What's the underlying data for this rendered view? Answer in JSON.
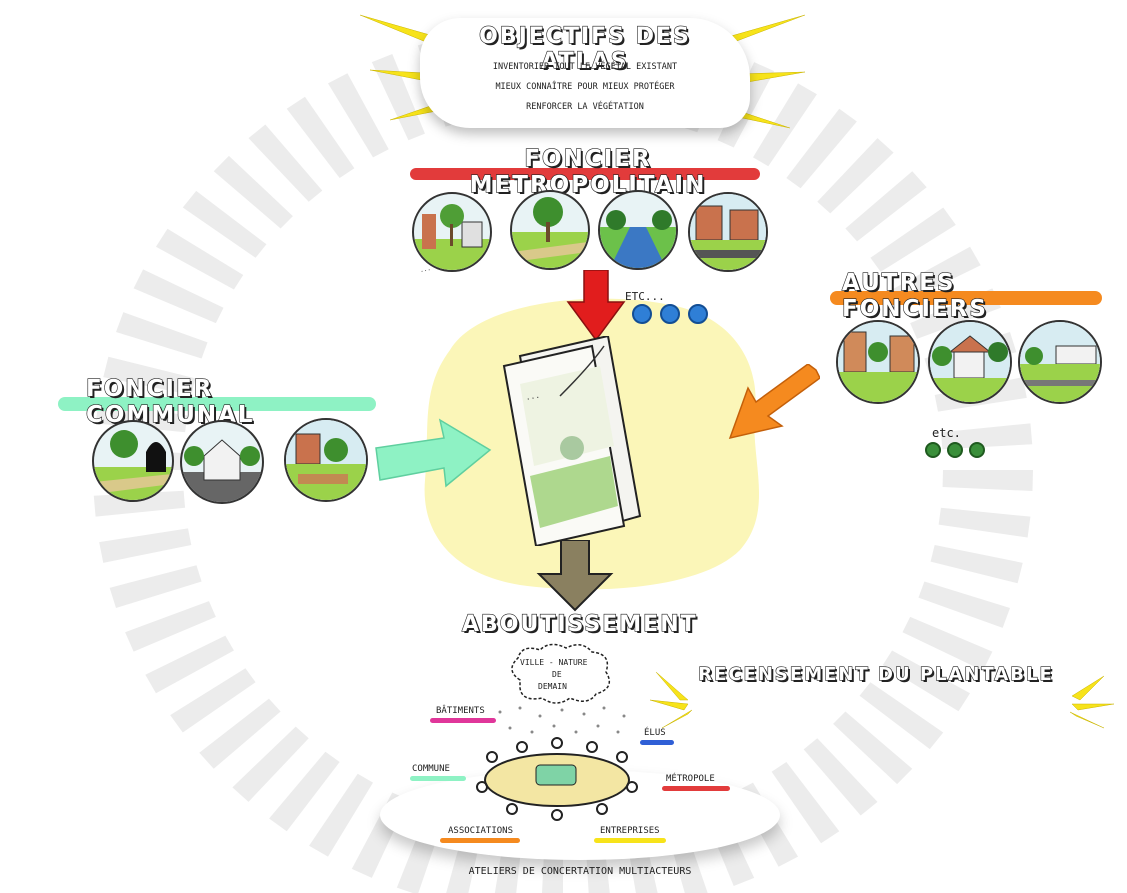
{
  "objectives": {
    "title": "OBJECTIFS DES ATLAS",
    "lines": [
      "INVENTORIER TOUT LE VÉGÉTAL EXISTANT",
      "MIEUX CONNAÎTRE POUR MIEUX PROTÉGER",
      "RENFORCER LA VÉGÉTATION"
    ]
  },
  "metropolitan": {
    "title": "FONCIER METROPOLITAIN",
    "etc": "ETC..."
  },
  "communal": {
    "title": "FONCIER COMMUNAL"
  },
  "others": {
    "title": "AUTRES FONCIERS",
    "etc": "etc."
  },
  "outcome": {
    "title": "ABOUTISSEMENT"
  },
  "census": {
    "title": "RECENSEMENT DU PLANTABLE"
  },
  "workshop": {
    "cloud_line1": "VILLE - NATURE",
    "cloud_line2": "DE",
    "cloud_line3": "DEMAIN",
    "labels": {
      "batiments": "BÂTIMENTS",
      "elus": "ÉLUS",
      "commune": "COMMUNE",
      "metropole": "MÉTROPOLE",
      "associations": "ASSOCIATIONS",
      "entreprises": "ENTREPRISES"
    },
    "caption": "ATELIERS DE CONCERTATION MULTIACTEURS"
  },
  "colors": {
    "metropolitan": "#e23b3b",
    "communal": "#8ef2c4",
    "others": "#f58a1f",
    "center_blob": "#fbf6b8",
    "sun": "#f7e31a"
  }
}
